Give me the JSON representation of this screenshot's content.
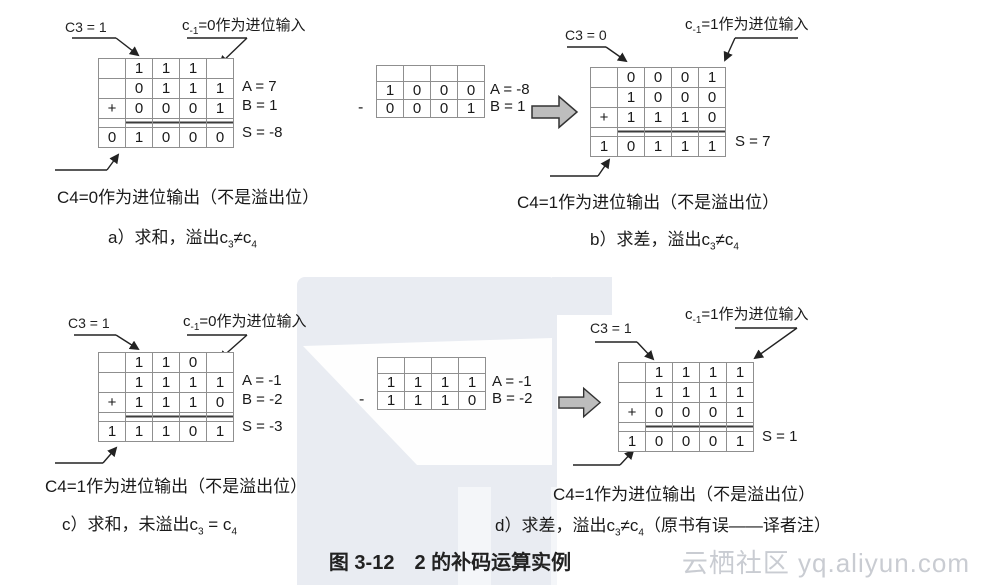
{
  "figure": {
    "title": "图 3-12　2 的补码运算实例"
  },
  "watermark": {
    "text": "云栖社区 yq.aliyun.com"
  },
  "sections": {
    "a": {
      "c3_label": "C3 = 1",
      "carry_in": {
        "pre": "c",
        "sub": "-1",
        "post": "=0作为进位输入"
      },
      "carry_out_label": "C4=0作为进位输出（不是溢出位）",
      "caption": {
        "p1": "a）求和，溢出c",
        "s1": "3",
        "p2": "≠c",
        "s2": "4"
      },
      "table": {
        "carry_row": [
          "",
          "1",
          "1",
          "1",
          ""
        ],
        "a_row": [
          "",
          "0",
          "1",
          "1",
          "1"
        ],
        "b_row": [
          "+",
          "0",
          "0",
          "0",
          "1"
        ],
        "s_row": [
          "0",
          "1",
          "0",
          "0",
          "0"
        ],
        "a_label": "A = 7",
        "b_label": "B = 1",
        "s_label": "S = -8"
      }
    },
    "b": {
      "operands": {
        "minus": "-",
        "a_row": [
          "1",
          "0",
          "0",
          "0"
        ],
        "b_row": [
          "0",
          "0",
          "0",
          "1"
        ],
        "a_label": "A = -8",
        "b_label": "B = 1"
      },
      "c3_label": "C3 = 0",
      "carry_in": {
        "pre": "c",
        "sub": "-1",
        "post": "=1作为进位输入"
      },
      "carry_out_label": "C4=1作为进位输出（不是溢出位）",
      "caption": {
        "p1": "b）求差，溢出c",
        "s1": "3",
        "p2": "≠c",
        "s2": "4"
      },
      "table": {
        "carry_row": [
          "",
          "0",
          "0",
          "0",
          "1"
        ],
        "a_row": [
          "",
          "1",
          "0",
          "0",
          "0"
        ],
        "b_row": [
          "+",
          "1",
          "1",
          "1",
          "0"
        ],
        "s_row": [
          "1",
          "0",
          "1",
          "1",
          "1"
        ],
        "s_label": "S = 7"
      }
    },
    "c": {
      "c3_label": "C3 = 1",
      "carry_in": {
        "pre": "c",
        "sub": "-1",
        "post": "=0作为进位输入"
      },
      "carry_out_label": "C4=1作为进位输出（不是溢出位）",
      "caption": {
        "p1": "c）求和，未溢出c",
        "s1": "3",
        "p2": " = c",
        "s2": "4"
      },
      "table": {
        "carry_row": [
          "",
          "1",
          "1",
          "0",
          ""
        ],
        "a_row": [
          "",
          "1",
          "1",
          "1",
          "1"
        ],
        "b_row": [
          "+",
          "1",
          "1",
          "1",
          "0"
        ],
        "s_row": [
          "1",
          "1",
          "1",
          "0",
          "1"
        ],
        "a_label": "A = -1",
        "b_label": "B = -2",
        "s_label": "S = -3"
      }
    },
    "d": {
      "operands": {
        "minus": "-",
        "a_row": [
          "1",
          "1",
          "1",
          "1"
        ],
        "b_row": [
          "1",
          "1",
          "1",
          "0"
        ],
        "a_label": "A = -1",
        "b_label": "B = -2"
      },
      "c3_label": "C3 = 1",
      "carry_in": {
        "pre": "c",
        "sub": "-1",
        "post": "=1作为进位输入"
      },
      "carry_out_label": "C4=1作为进位输出（不是溢出位）",
      "caption": {
        "p1": "d）求差，溢出c",
        "s1": "3",
        "p2": "≠c",
        "s2": "4",
        "p3": "（原书有误——译者注）"
      },
      "table": {
        "carry_row": [
          "",
          "1",
          "1",
          "1",
          "1"
        ],
        "a_row": [
          "",
          "1",
          "1",
          "1",
          "1"
        ],
        "b_row": [
          "+",
          "0",
          "0",
          "0",
          "1"
        ],
        "s_row": [
          "1",
          "0",
          "0",
          "0",
          "1"
        ],
        "s_label": "S = 1"
      }
    }
  }
}
